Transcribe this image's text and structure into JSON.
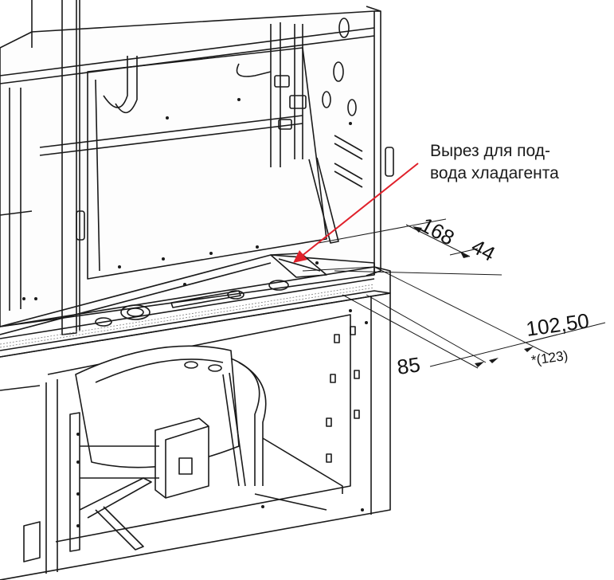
{
  "callout": {
    "line1": "Вырез для под-",
    "line2": "вода хладагента",
    "arrow_color": "#e0202a"
  },
  "dimensions": {
    "d168": "168",
    "d44": "44",
    "d102": "102,50",
    "d123": "*(123)",
    "d85": "85"
  },
  "colors": {
    "line": "#1a1a1a",
    "panel": "#ffffff",
    "hatch": "#7a7a7a"
  }
}
